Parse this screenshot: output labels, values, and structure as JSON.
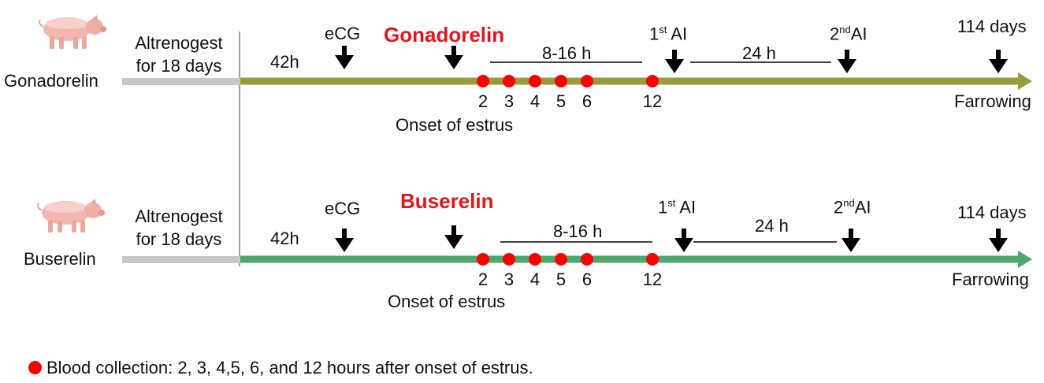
{
  "colors": {
    "gonadorelin_line": "#9a9b3a",
    "buserelin_line": "#4ea86e",
    "pretreatment_bar": "#c8c8c8",
    "divider": "#a0a0a0",
    "dot": "#ff0000",
    "title_red": "#e8141b"
  },
  "icons": {
    "pig": "pig-icon",
    "arrow": "down-arrow-icon",
    "dot": "blood-dot-icon"
  },
  "rows": [
    {
      "group_label": "Gonadorelin",
      "pre_line1": "Altrenogest",
      "pre_line2": "for 18 days",
      "interval_42h": "42h",
      "ecg": "eCG",
      "drug_title": "Gonadorelin",
      "window": "8-16 h",
      "ai1_base": "1",
      "ai1_sup": "st",
      "ai1_tail": " AI",
      "interval_24h": "24 h",
      "ai2_base": "2",
      "ai2_sup": "nd",
      "ai2_tail": "AI",
      "farrow_days": "114 days",
      "farrowing": "Farrowing",
      "sample_hours": [
        "2",
        "3",
        "4",
        "5",
        "6",
        "12"
      ],
      "onset": "Onset of estrus"
    },
    {
      "group_label": "Buserelin",
      "pre_line1": "Altrenogest",
      "pre_line2": "for 18 days",
      "interval_42h": "42h",
      "ecg": "eCG",
      "drug_title": "Buserelin",
      "window": "8-16 h",
      "ai1_base": "1",
      "ai1_sup": "st",
      "ai1_tail": " AI",
      "interval_24h": "24 h",
      "ai2_base": "2",
      "ai2_sup": "nd",
      "ai2_tail": "AI",
      "farrow_days": "114 days",
      "farrowing": "Farrowing",
      "sample_hours": [
        "2",
        "3",
        "4",
        "5",
        "6",
        "12"
      ],
      "onset": "Onset of estrus"
    }
  ],
  "legend": {
    "text": "Blood collection: 2, 3, 4,5, 6, and 12 hours after onset of estrus."
  }
}
